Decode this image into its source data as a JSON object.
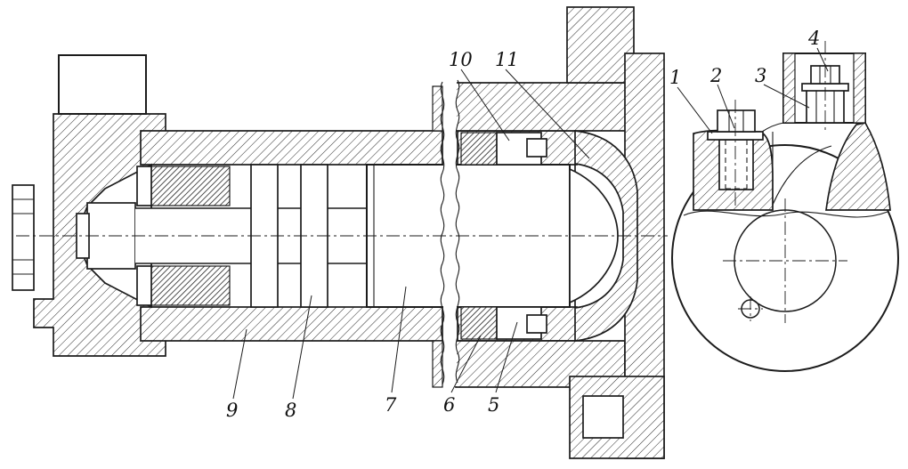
{
  "figure": {
    "background_color": "#ffffff",
    "line_color": "#1c1c1c",
    "callouts": {
      "c1": "1",
      "c2": "2",
      "c3": "3",
      "c4": "4",
      "c5": "5",
      "c6": "6",
      "c7": "7",
      "c8": "8",
      "c9": "9",
      "c10": "10",
      "c11": "11"
    }
  }
}
